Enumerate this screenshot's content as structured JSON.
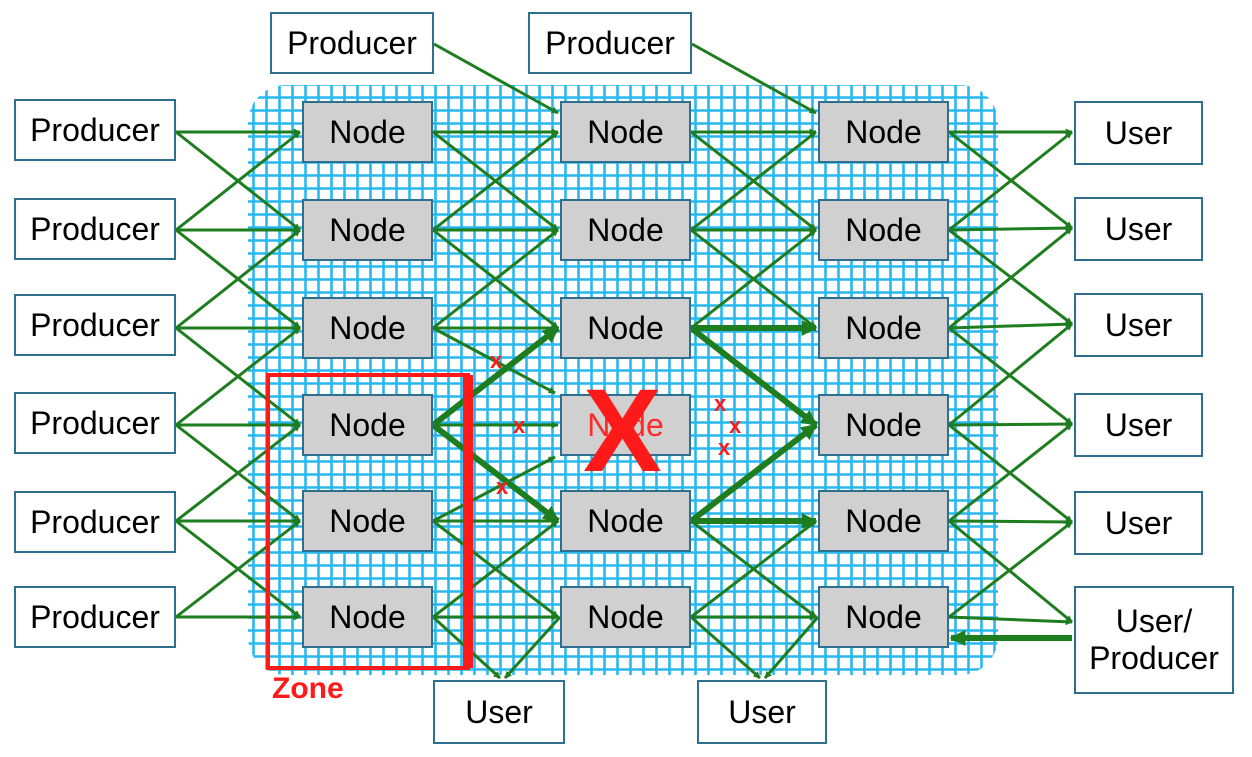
{
  "colors": {
    "grid": "#28b8f0",
    "arrow": "#1e7d1e",
    "zone": "#ff1a1a",
    "box_border": "#2e6e8e",
    "node_fill": "#d0d0d0"
  },
  "top_producers": [
    "Producer",
    "Producer"
  ],
  "left_producers": [
    "Producer",
    "Producer",
    "Producer",
    "Producer",
    "Producer",
    "Producer"
  ],
  "nodes": {
    "col1": [
      "Node",
      "Node",
      "Node",
      "Node",
      "Node",
      "Node"
    ],
    "col2": [
      "Node",
      "Node",
      "Node",
      "Node",
      "Node",
      "Node"
    ],
    "col3": [
      "Node",
      "Node",
      "Node",
      "Node",
      "Node",
      "Node"
    ]
  },
  "right_users": [
    "User",
    "User",
    "User",
    "User",
    "User"
  ],
  "user_producer": [
    "User/",
    "Producer"
  ],
  "bottom_users": [
    "User",
    "User"
  ],
  "zone": {
    "label": "Zone"
  },
  "failure": {
    "mark": "X",
    "link_mark": "x"
  }
}
